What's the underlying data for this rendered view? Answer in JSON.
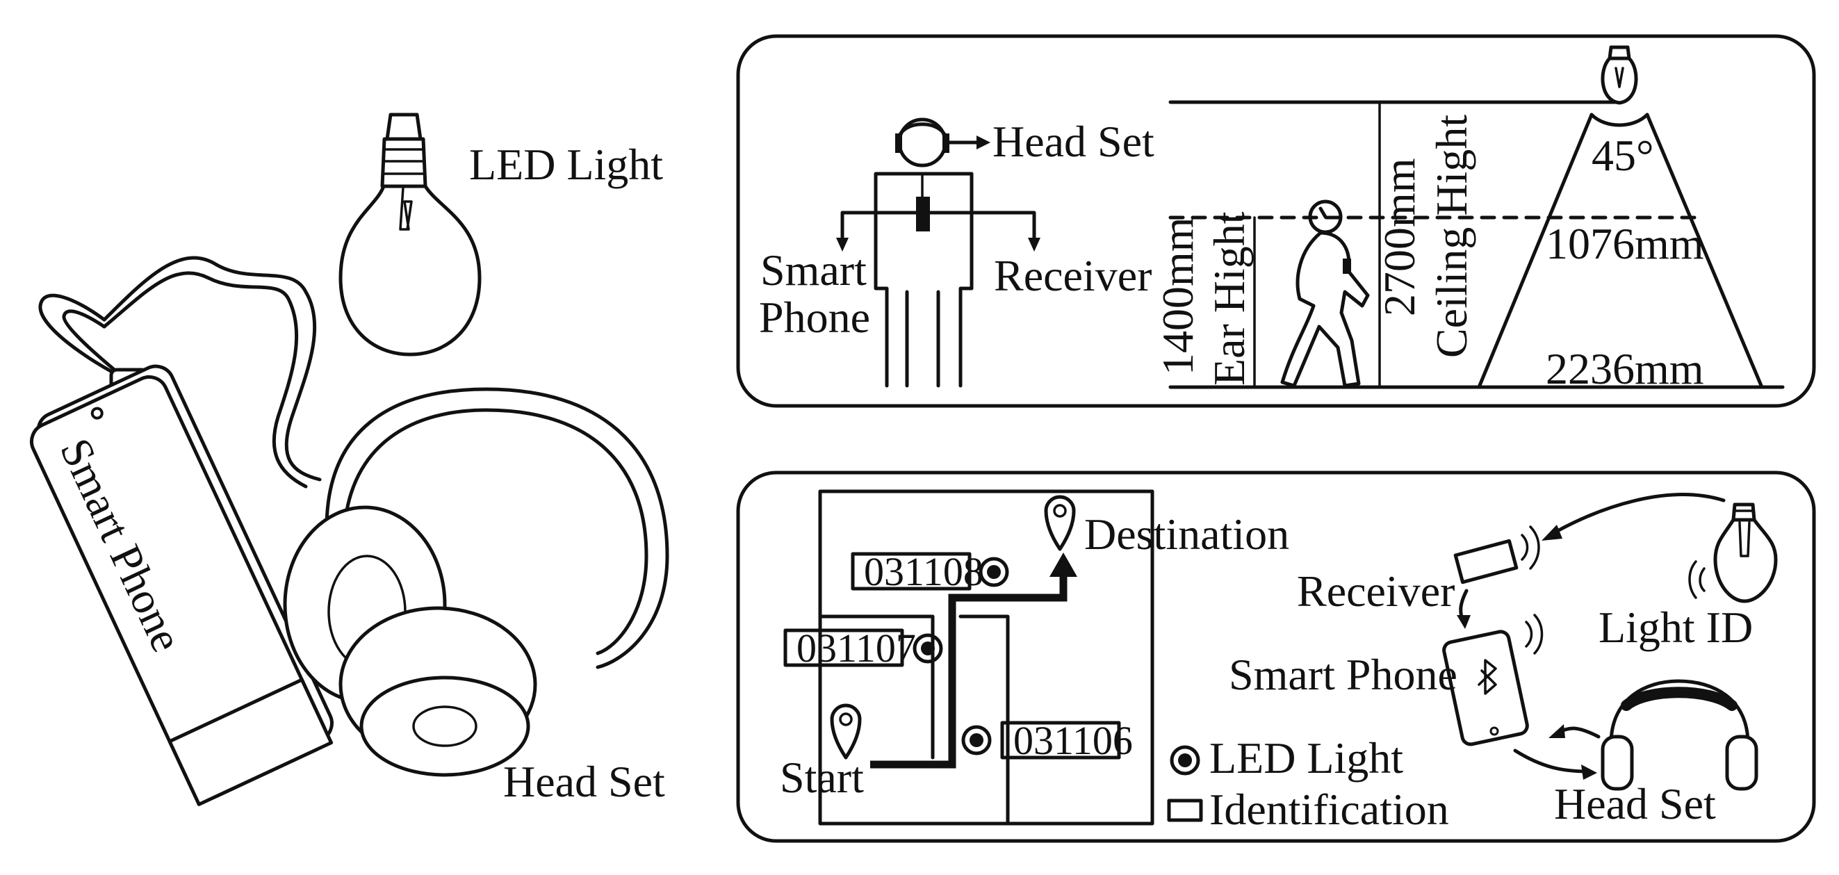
{
  "left": {
    "led_light": "LED Light",
    "smart_phone": "Smart Phone",
    "head_set": "Head Set"
  },
  "top_panel": {
    "head_set": "Head Set",
    "smart": "Smart",
    "phone": "Phone",
    "receiver": "Receiver",
    "ear_height_value": "1400mm",
    "ear_height_label": "Ear Hight",
    "ceiling_height_value": "2700mm",
    "ceiling_height_label": "Ceiling Hight",
    "angle": "45°",
    "width_mid": "1076mm",
    "width_floor": "2236mm"
  },
  "bottom_panel": {
    "destination": "Destination",
    "start": "Start",
    "id_a": "031108",
    "id_b": "031107",
    "id_c": "031106",
    "legend_led": "LED Light",
    "legend_id": "Identification",
    "receiver": "Receiver",
    "smart_phone": "Smart Phone",
    "light_id": "Light ID",
    "head_set": "Head Set"
  }
}
